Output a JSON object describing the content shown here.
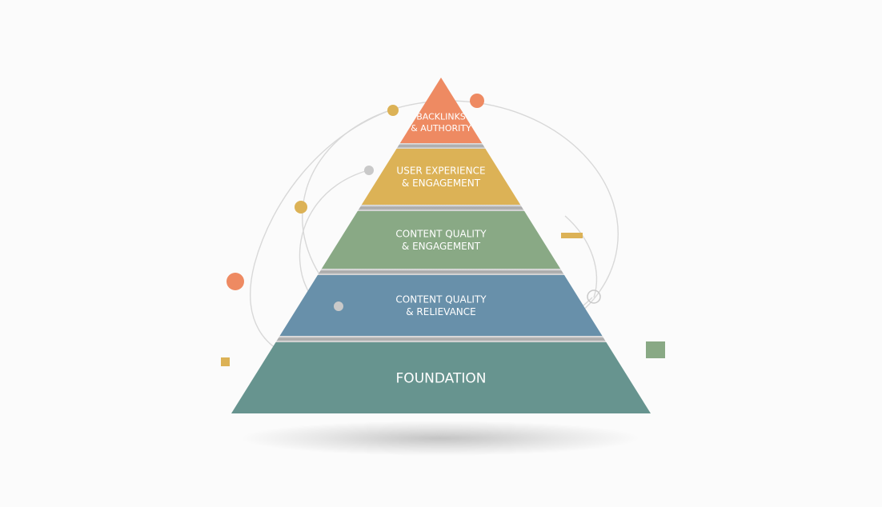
{
  "diagram": {
    "type": "pyramid",
    "tiers": [
      {
        "label_lines": [
          "BACKLINKS",
          "& AUTHORITY"
        ],
        "color": "#ee8a62"
      },
      {
        "label_lines": [
          "USER EXPERIENCE",
          "& ENGAGEMENT"
        ],
        "color": "#dcb256"
      },
      {
        "label_lines": [
          "CONTENT QUALITY",
          "& ENGAGEMENT"
        ],
        "color": "#89a985"
      },
      {
        "label_lines": [
          "CONTENT QUALITY",
          "& RELIEVANCE"
        ],
        "color": "#6890aa"
      },
      {
        "label_lines": [
          "FOUNDATION"
        ],
        "color": "#67948f"
      }
    ],
    "separator_color": "#a9a9a9",
    "orbit_color": "#d8d8d8",
    "accents": {
      "orange": "#ee8a62",
      "gold": "#dcb256",
      "sage": "#89a985",
      "grey": "#c9c9c9"
    }
  }
}
